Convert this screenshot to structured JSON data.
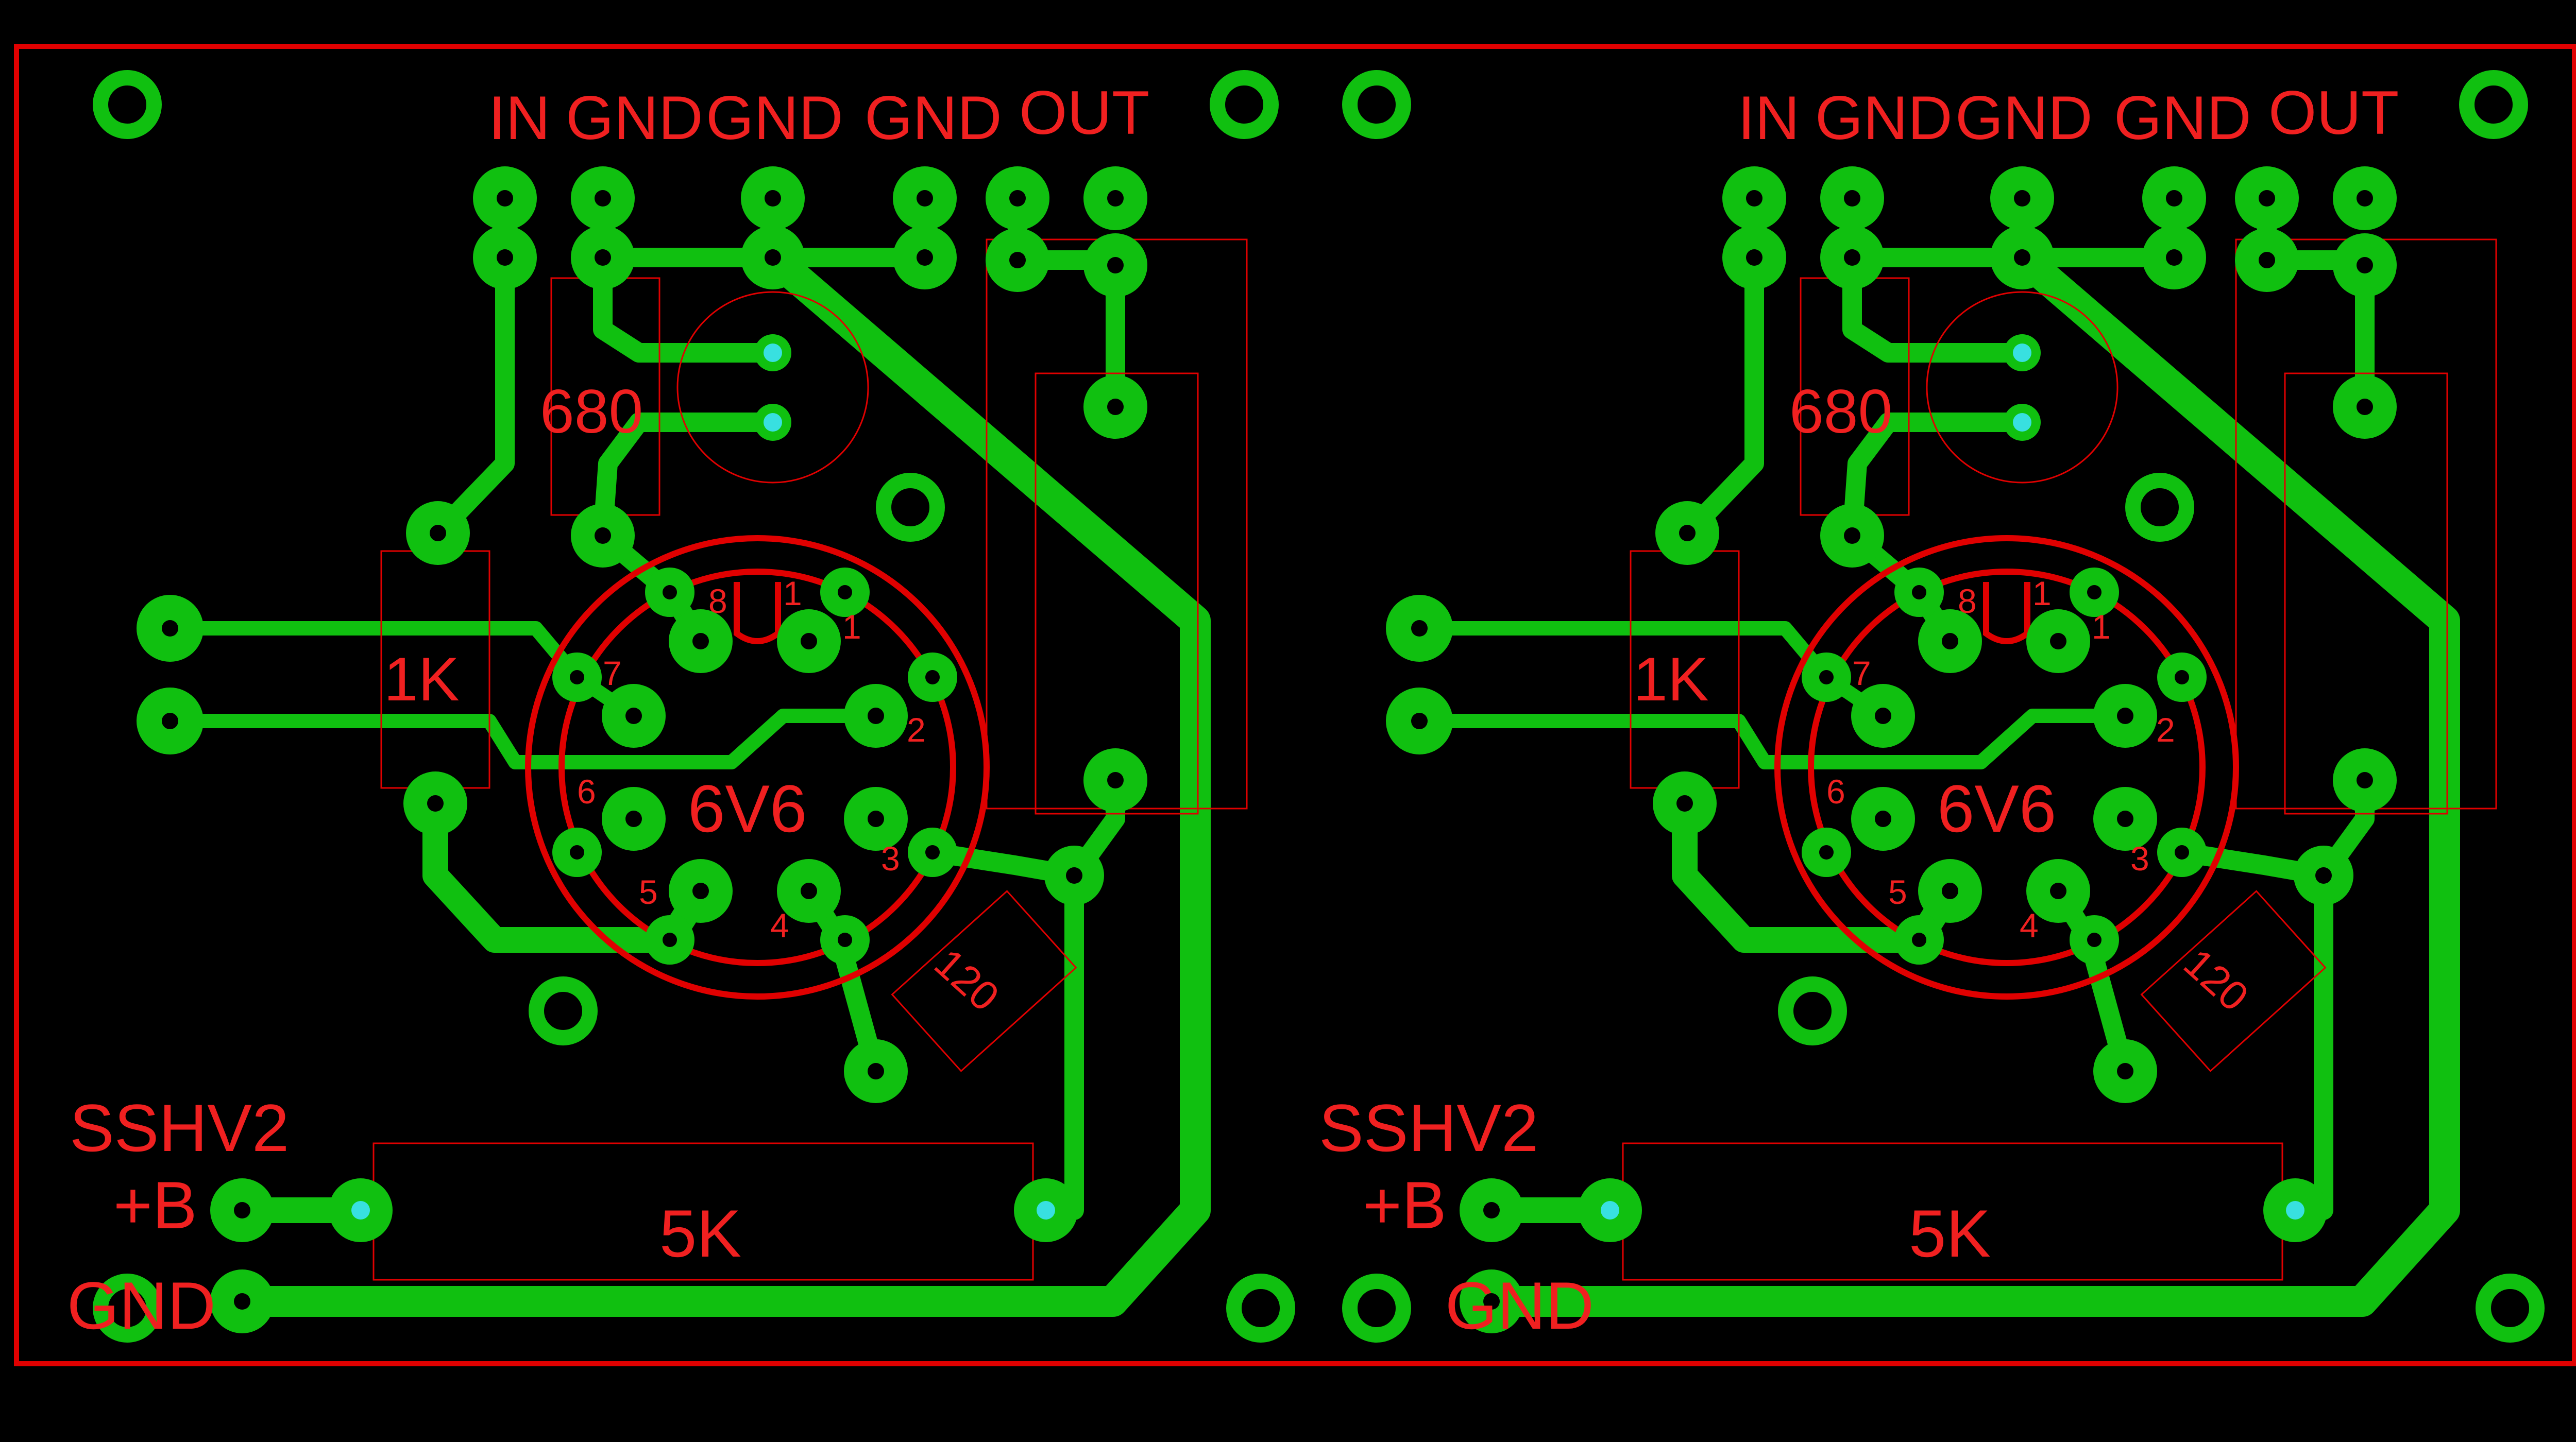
{
  "board": {
    "colors": {
      "background": "#000000",
      "copper": "#10C010",
      "silkscreen": "#E00000",
      "label": "#F02020",
      "via": "#38E0E0"
    },
    "channels": [
      {
        "connector_labels": {
          "in": "IN",
          "gnd1": "GND",
          "gnd2": "GND",
          "gnd3": "GND",
          "out": "OUT"
        },
        "components": {
          "r1": "680",
          "r2": "1K",
          "tube": "6V6",
          "r3": "120",
          "r4": "5K"
        },
        "pin_numbers": [
          "1",
          "2",
          "3",
          "4",
          "5",
          "6",
          "7",
          "8"
        ],
        "supply_labels": {
          "name": "SSHV2",
          "plus": "+B",
          "gnd": "GND"
        }
      },
      {
        "connector_labels": {
          "in": "IN",
          "gnd1": "GND",
          "gnd2": "GND",
          "gnd3": "GND",
          "out": "OUT"
        },
        "components": {
          "r1": "680",
          "r2": "1K",
          "tube": "6V6",
          "r3": "120",
          "r4": "5K"
        },
        "pin_numbers": [
          "1",
          "2",
          "3",
          "4",
          "5",
          "6",
          "7",
          "8"
        ],
        "supply_labels": {
          "name": "SSHV2",
          "plus": "+B",
          "gnd": "GND"
        }
      }
    ]
  }
}
